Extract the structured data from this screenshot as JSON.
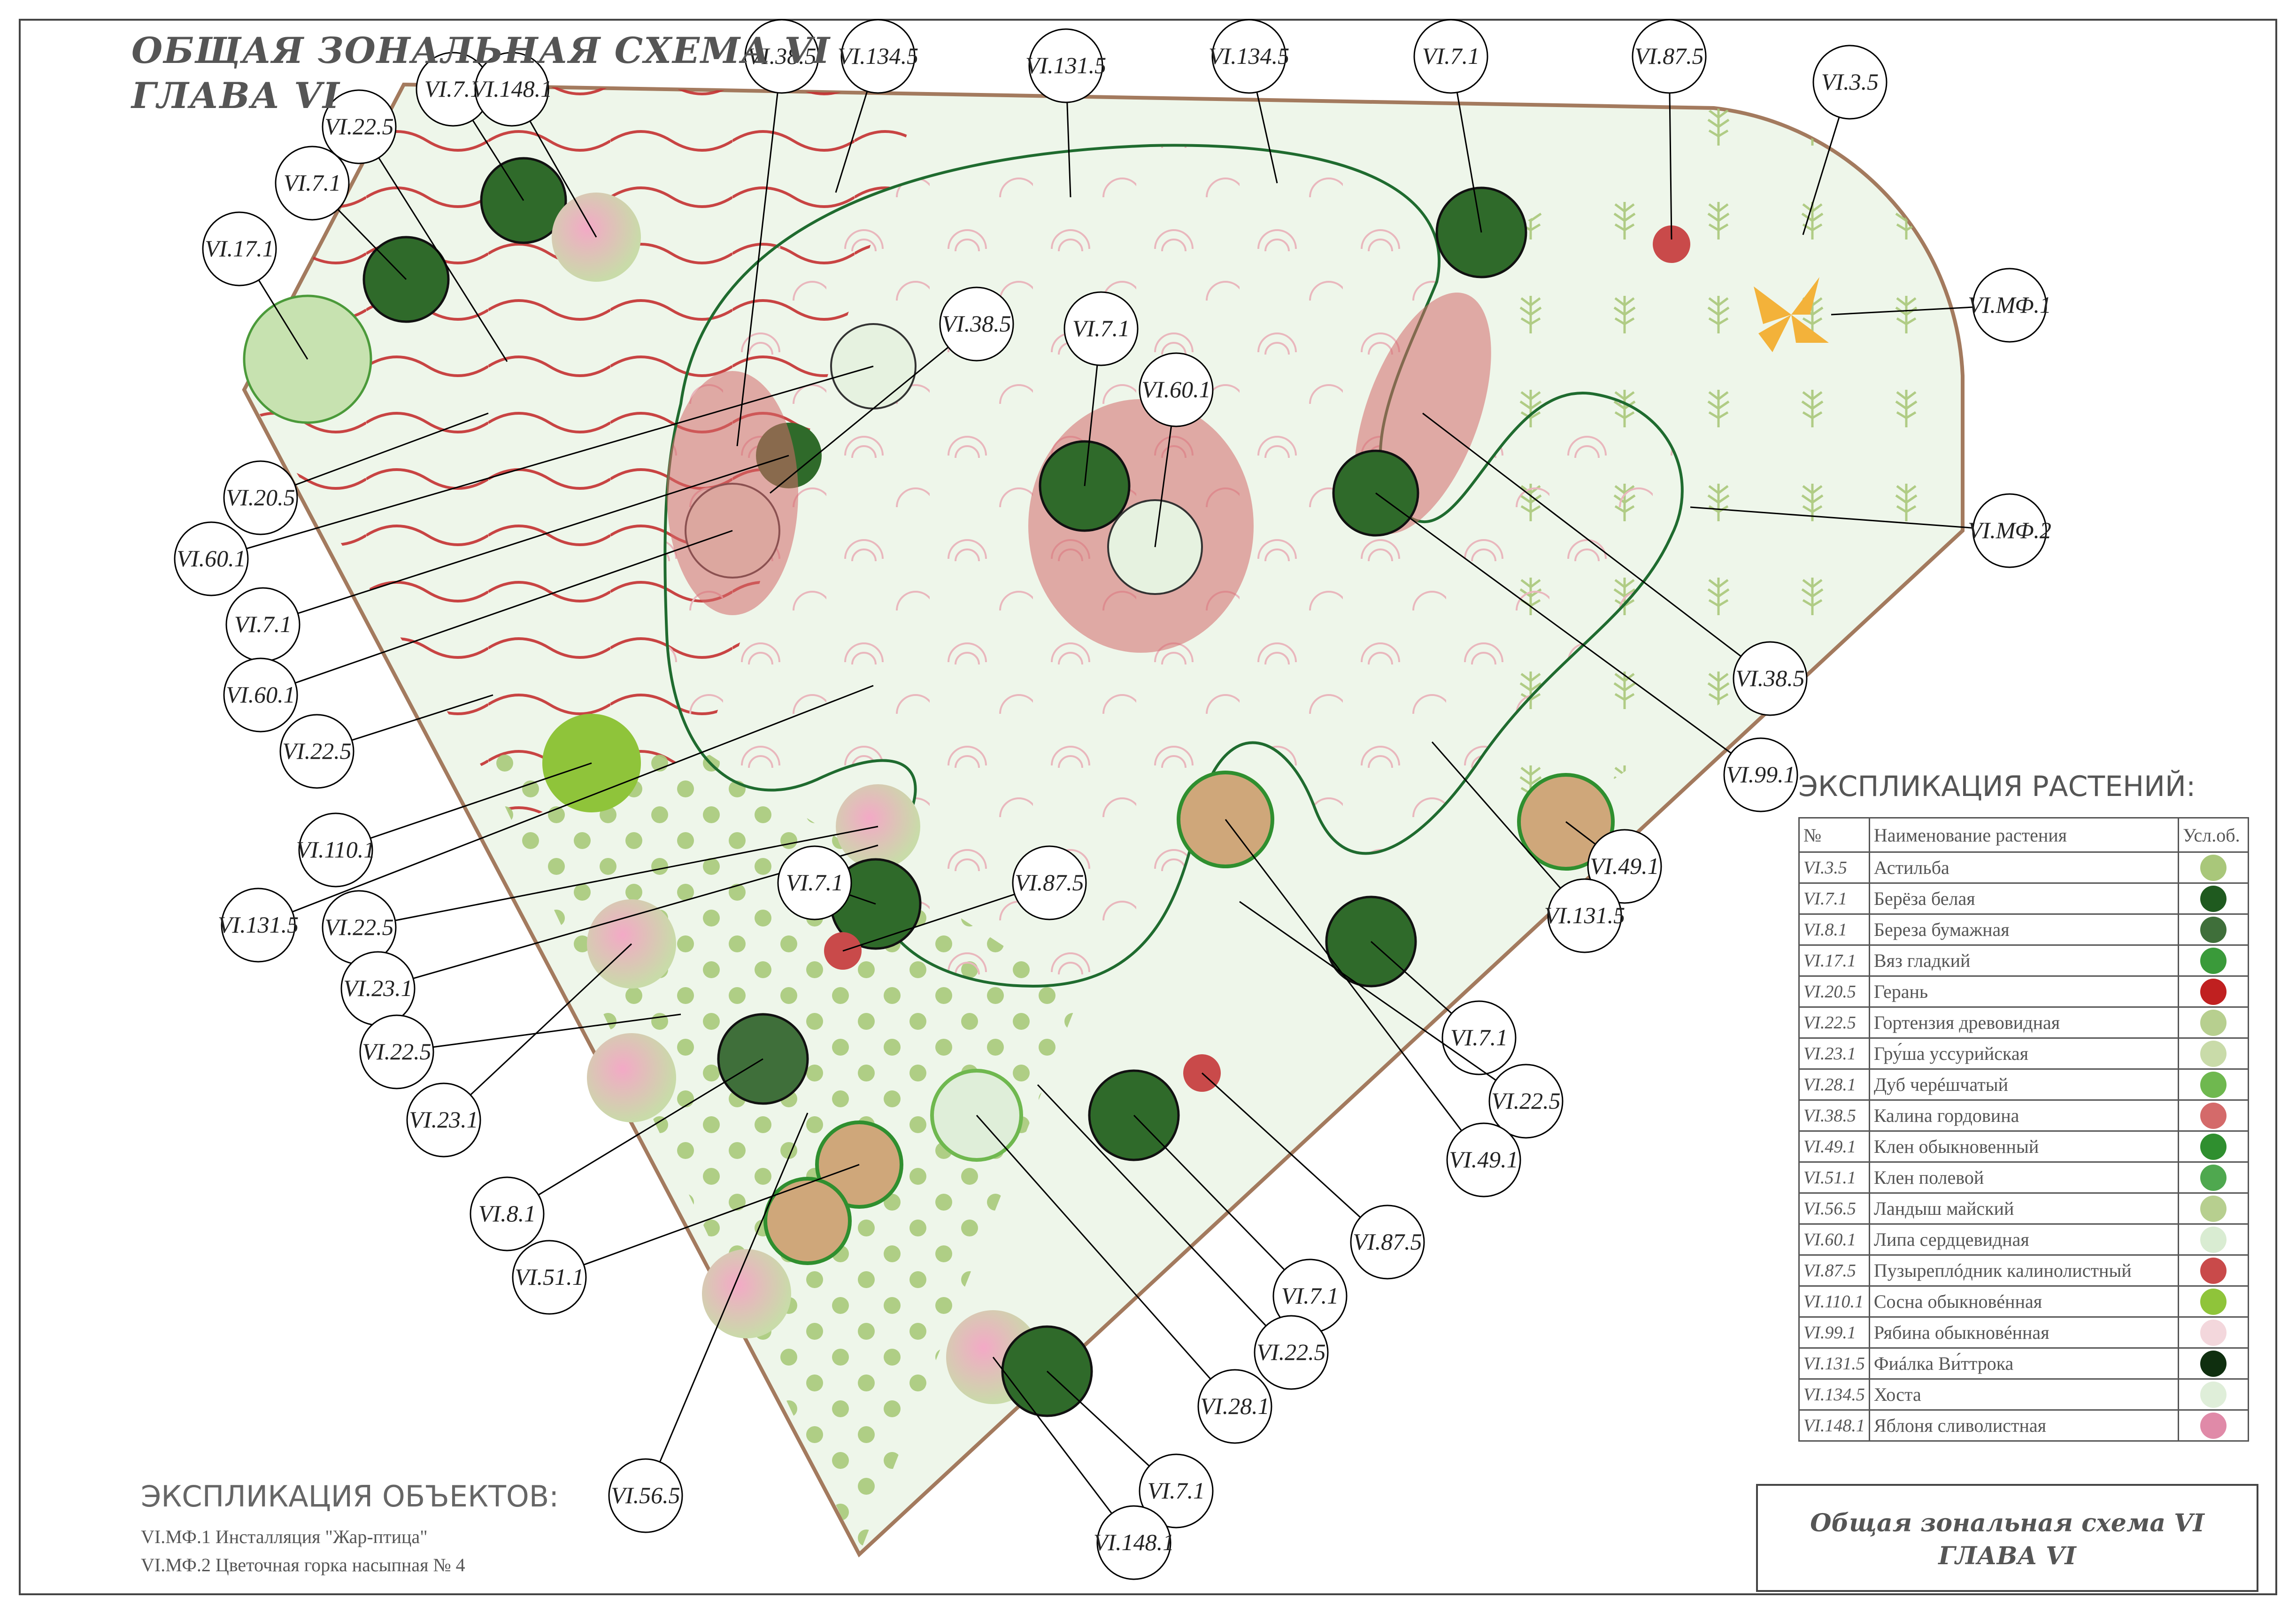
{
  "title": {
    "line1": "ОБЩАЯ ЗОНАЛЬНАЯ СХЕМА VI",
    "line2": "ГЛАВА VI"
  },
  "plants_legend": {
    "heading": "ЭКСПЛИКАЦИЯ РАСТЕНИЙ:",
    "col_no": "№",
    "col_name": "Наименование растения",
    "col_sym": "Усл.об.",
    "rows": [
      {
        "code": "VI.3.5",
        "name": "Астильба",
        "color": "#a9c77a"
      },
      {
        "code": "VI.7.1",
        "name": "Берёза белая",
        "color": "#1f5a1f"
      },
      {
        "code": "VI.8.1",
        "name": "Береза бумажная",
        "color": "#3f6f3a"
      },
      {
        "code": "VI.17.1",
        "name": "Вяз гладкий",
        "color": "#3a9a3a"
      },
      {
        "code": "VI.20.5",
        "name": "Герань",
        "color": "#c02020"
      },
      {
        "code": "VI.22.5",
        "name": "Гортензия древовидная",
        "color": "#b7cf8f"
      },
      {
        "code": "VI.23.1",
        "name": "Гру́ша уссурийская",
        "color": "#c9dba9"
      },
      {
        "code": "VI.28.1",
        "name": "Дуб черéшчатый",
        "color": "#6fb84f"
      },
      {
        "code": "VI.38.5",
        "name": "Калина гордовина",
        "color": "#d46a6a"
      },
      {
        "code": "VI.49.1",
        "name": "Клен обыкновенный",
        "color": "#2f8f2f"
      },
      {
        "code": "VI.51.1",
        "name": "Клен полевой",
        "color": "#4fa84f"
      },
      {
        "code": "VI.56.5",
        "name": "Ландыш майский",
        "color": "#b7cf8f"
      },
      {
        "code": "VI.60.1",
        "name": "Липа сердцевидная",
        "color": "#d9ecd2"
      },
      {
        "code": "VI.87.5",
        "name": "Пузыреплóдник калинолистный",
        "color": "#c94a4a"
      },
      {
        "code": "VI.110.1",
        "name": "Сосна обыкновéнная",
        "color": "#8fc43a"
      },
      {
        "code": "VI.99.1",
        "name": "Рябина обыкновéнная",
        "color": "#f3d7dc"
      },
      {
        "code": "VI.131.5",
        "name": "Фиáлка Ви́ттрока",
        "color": "#0f2f0f"
      },
      {
        "code": "VI.134.5",
        "name": "Хоста",
        "color": "#dfeed9"
      },
      {
        "code": "VI.148.1",
        "name": "Яблоня сливолистная",
        "color": "#e08aa8"
      }
    ]
  },
  "objects_legend": {
    "heading": "ЭКСПЛИКАЦИЯ ОБЪЕКТОВ:",
    "items": [
      "VI.МФ.1 Инсталляция \"Жар-птица\"",
      "VI.МФ.2 Цветочная горка насыпная № 4"
    ]
  },
  "stamp": {
    "line1": "Общая зональная схема VI",
    "line2": "ГЛАВА VI"
  },
  "map_labels": [
    "VI.38.5",
    "VI.134.5",
    "VI.131.5",
    "VI.134.5",
    "VI.7.1",
    "VI.87.5",
    "VI.3.5",
    "VI.7.1",
    "VI.148.1",
    "VI.22.5",
    "VI.7.1",
    "VI.17.1",
    "VI.38.5",
    "VI.7.1",
    "VI.60.1",
    "VI.МФ.1",
    "VI.МФ.2",
    "VI.20.5",
    "VI.60.1",
    "VI.7.1",
    "VI.60.1",
    "VI.22.5",
    "VI.38.5",
    "VI.99.1",
    "VI.110.1",
    "VI.131.5",
    "VI.22.5",
    "VI.23.1",
    "VI.7.1",
    "VI.87.5",
    "VI.49.1",
    "VI.131.5",
    "VI.22.5",
    "VI.23.1",
    "VI.8.1",
    "VI.7.1",
    "VI.22.5",
    "VI.49.1",
    "VI.87.5",
    "VI.51.1",
    "VI.7.1",
    "VI.22.5",
    "VI.28.1",
    "VI.56.5",
    "VI.7.1",
    "VI.148.1"
  ]
}
